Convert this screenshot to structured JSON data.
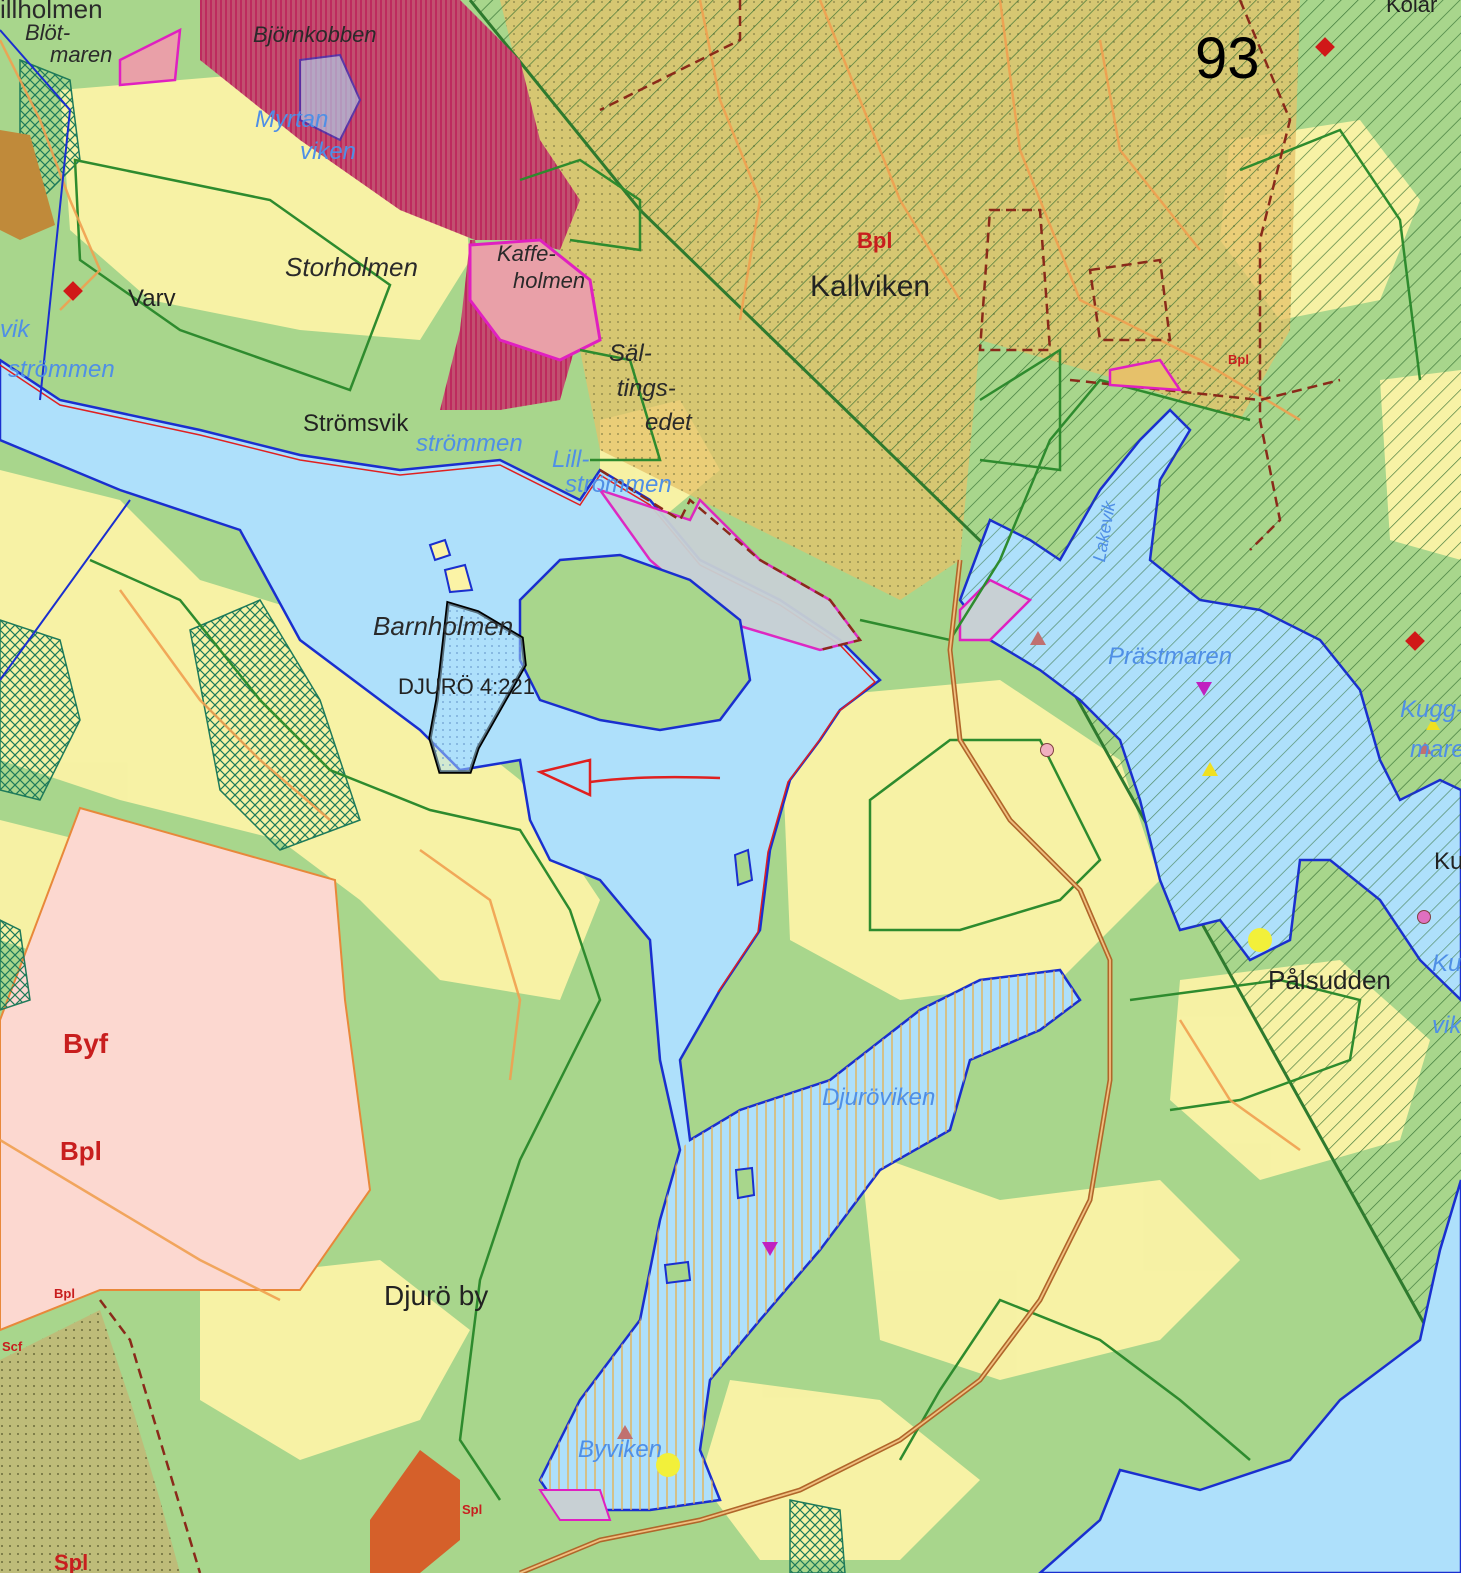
{
  "map": {
    "sheet_number": "93",
    "labels": {
      "hillholmen": "illholmen",
      "blotmaren": "Blöt-",
      "blotmaren2": "maren",
      "bjornkobben": "Björnkobben",
      "myrtan": "Myrtan",
      "myrtan2": "viken",
      "storholmen": "Storholmen",
      "varv": "Varv",
      "strommen_w": "strömmen",
      "vik_w": "vik",
      "stromsvik": "Strömsvik",
      "strommen_c": "strömmen",
      "lill": "Lill-",
      "lillstrommen": "strömmen",
      "kaffeholmen": "Kaffe-",
      "kaffeholmen2": "holmen",
      "saltingsedet": "Säl-",
      "saltingsedet2": "tings-",
      "saltingsedet3": "edet",
      "bpl_kallviken": "Bpl",
      "kallviken": "Kallviken",
      "bpl_small": "Bpl",
      "kolar": "Kolar",
      "barnholmen": "Barnholmen",
      "djuro_parcel": "DJURÖ 4:221",
      "prastmaren": "Prästmaren",
      "kugg": "Kugg-",
      "kugg2": "maren",
      "ku": "Ku",
      "palsudden": "Pålsudden",
      "ku_water": "Ku",
      "vik_e": "vik",
      "djuroviken": "Djuröviken",
      "byf": "Byf",
      "bpl_byf": "Bpl",
      "bpl_sm2": "Bpl",
      "scf": "Scf",
      "djuro_by": "Djurö by",
      "byviken": "Byviken",
      "spl_small": "Spl",
      "spl": "Spl",
      "lakevik": "Lakevik"
    },
    "colors": {
      "forest": "#a8d68c",
      "open_land": "#fbf3a6",
      "water": "#aee0fb",
      "shoreline": "#1a2fcf",
      "nature_reserve": "#2e8b2e",
      "built_zone": "#c2185b",
      "plan_zone": "#e6c16a",
      "byf_zone": "#fcd8d0",
      "annotation_arrow": "#e02020",
      "parcel": "#000000"
    }
  }
}
